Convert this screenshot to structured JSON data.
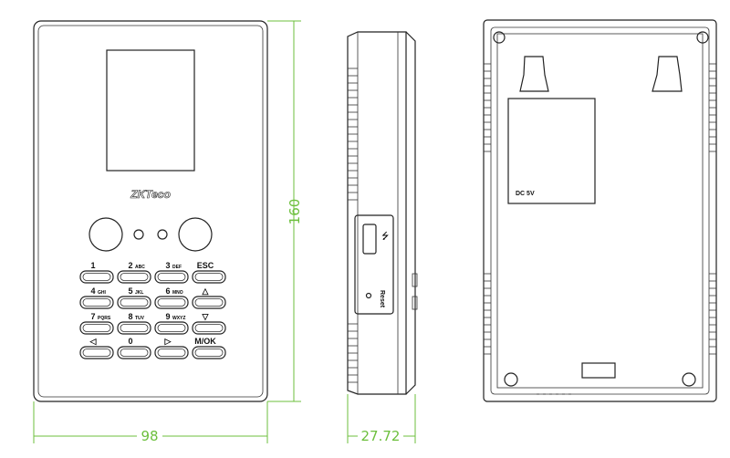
{
  "front_view": {
    "logo": "ZKTeco",
    "keys": [
      {
        "main": "1",
        "sub": ""
      },
      {
        "main": "2",
        "sub": "ABC"
      },
      {
        "main": "3",
        "sub": "DEF"
      },
      {
        "main": "ESC",
        "sub": ""
      },
      {
        "main": "4",
        "sub": "GHI"
      },
      {
        "main": "5",
        "sub": "JKL"
      },
      {
        "main": "6",
        "sub": "MNO"
      },
      {
        "main": "△",
        "sub": ""
      },
      {
        "main": "7",
        "sub": "PQRS"
      },
      {
        "main": "8",
        "sub": "TUV"
      },
      {
        "main": "9",
        "sub": "WXYZ"
      },
      {
        "main": "▽",
        "sub": ""
      },
      {
        "main": "◁",
        "sub": ""
      },
      {
        "main": "0",
        "sub": ""
      },
      {
        "main": "▷",
        "sub": ""
      },
      {
        "main": "M/OK",
        "sub": ""
      }
    ]
  },
  "side_view": {
    "reset_label": "Reset"
  },
  "back_view": {
    "power_label": "DC 5V"
  },
  "dimensions": {
    "height": "160",
    "width": "98",
    "depth": "27.72"
  },
  "colors": {
    "dimension": "#6cbf3c",
    "outline": "#222222"
  }
}
